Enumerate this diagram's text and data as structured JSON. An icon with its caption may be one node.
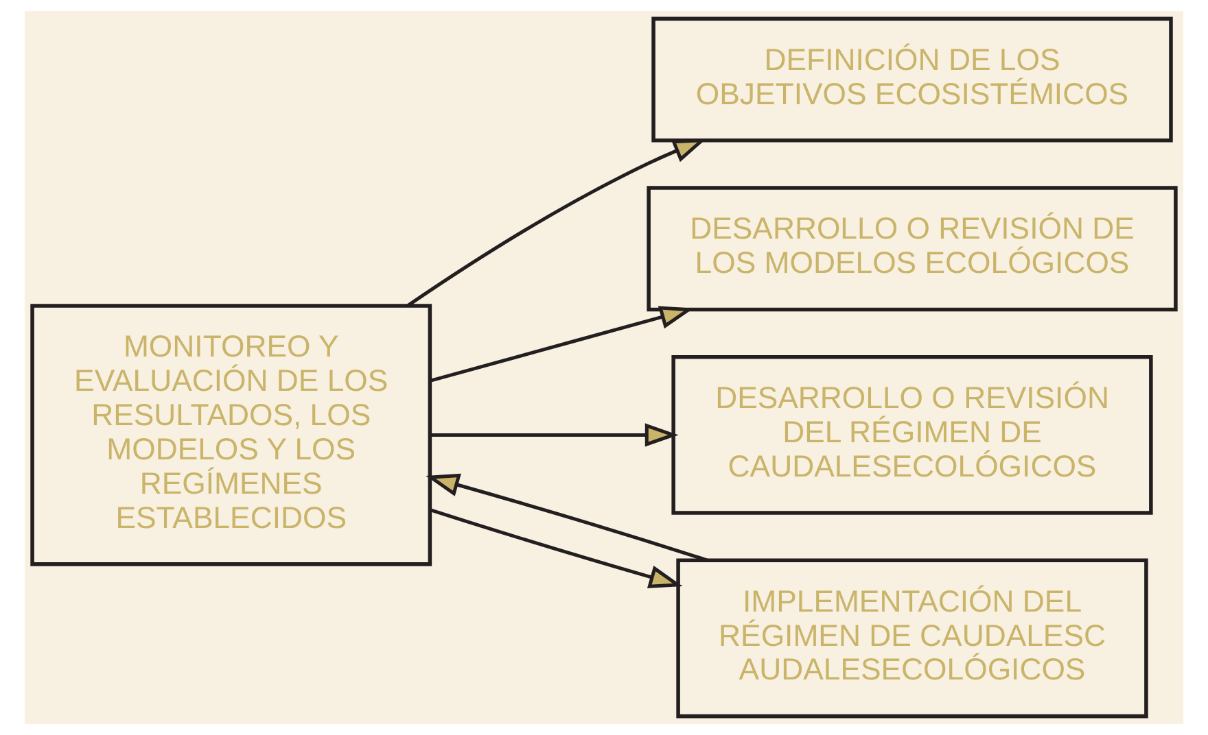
{
  "diagram": {
    "nodes": [
      {
        "text": [
          "MONITOREO Y EVALUACIÓN DE LOS RESULTADOS, LOS MODELOS Y LOS REGÍMENES ESTABLECIDOS"
        ]
      },
      {
        "text": [
          "DEFINICIÓN DE LOS OBJETIVOS ECOSISTÉMICOS"
        ]
      },
      {
        "text": [
          "DESARROLLO O REVISIÓN DE LOS MODELOS ECOLÓGICOS"
        ]
      },
      {
        "text": [
          "DESARROLLO O REVISIÓN DEL RÉGIMEN DE CAUDALESECOLÓGICOS"
        ]
      },
      {
        "text": [
          "IMPLEMENTACIÓN DEL RÉGIMEN DE CAUDALESC AUDALESECOLÓGICOS"
        ]
      }
    ],
    "edges": [
      {
        "from": 0,
        "to": 1,
        "arrow": "to"
      },
      {
        "from": 0,
        "to": 2,
        "arrow": "to"
      },
      {
        "from": 0,
        "to": 3,
        "arrow": "to"
      },
      {
        "from": 0,
        "to": 4,
        "arrow": "to"
      },
      {
        "from": 4,
        "to": 0,
        "arrow": "to"
      }
    ]
  }
}
